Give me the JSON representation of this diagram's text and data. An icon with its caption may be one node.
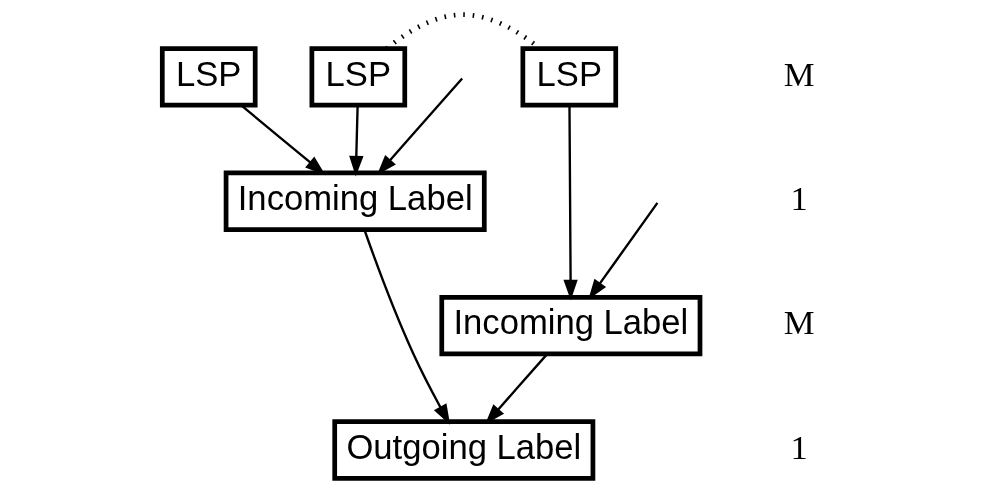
{
  "diagram": {
    "nodes": [
      {
        "text": [
          "LSP"
        ]
      },
      {
        "text": [
          "LSP"
        ]
      },
      {
        "text": [
          "LSP"
        ]
      },
      {
        "text": [
          "Incoming Label"
        ]
      },
      {
        "text": [
          "Incoming Label"
        ]
      },
      {
        "text": [
          "Outgoing Label"
        ]
      }
    ],
    "edges": [
      {
        "from": 1,
        "to": 2,
        "arrow": "none",
        "style": "dashed"
      },
      {
        "from": 0,
        "to": 3,
        "arrow": "to"
      },
      {
        "from": 1,
        "to": 3,
        "arrow": "to"
      },
      {
        "from": null,
        "to": 3,
        "arrow": "to"
      },
      {
        "from": null,
        "to": 4,
        "arrow": "to"
      },
      {
        "from": 2,
        "to": 4,
        "arrow": "to"
      },
      {
        "from": 3,
        "to": 5,
        "arrow": "to"
      },
      {
        "from": 4,
        "to": 5,
        "arrow": "to"
      }
    ],
    "labels": [
      "M",
      "1",
      "M",
      "1"
    ]
  }
}
